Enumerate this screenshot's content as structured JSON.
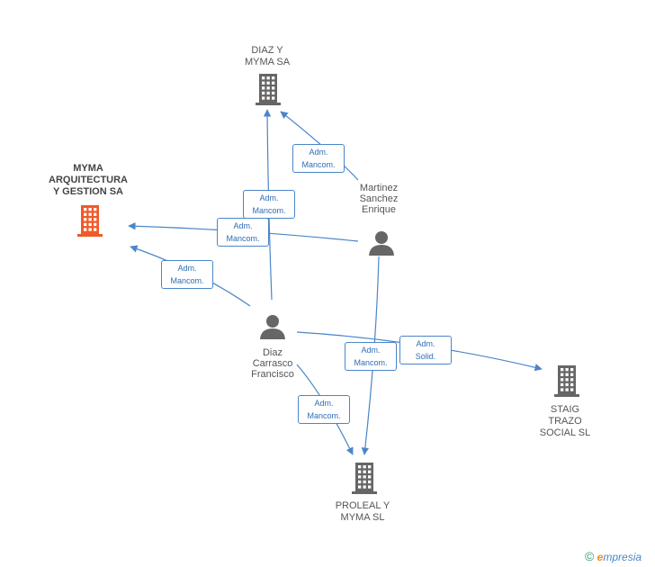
{
  "nodes": {
    "myma": {
      "label": "MYMA\nARQUITECTURA\nY GESTION SA",
      "type": "company",
      "color": "#f05a28"
    },
    "diaz_myma": {
      "label": "DIAZ Y\nMYMA SA",
      "type": "company",
      "color": "#666666"
    },
    "martinez": {
      "label": "Martinez\nSanchez\nEnrique",
      "type": "person",
      "color": "#666666"
    },
    "diaz_carrasco": {
      "label": "Diaz\nCarrasco\nFrancisco",
      "type": "person",
      "color": "#666666"
    },
    "staig": {
      "label": "STAIG\nTRAZO\nSOCIAL SL",
      "type": "company",
      "color": "#666666"
    },
    "proleal": {
      "label": "PROLEAL Y\nMYMA SL",
      "type": "company",
      "color": "#666666"
    }
  },
  "edges": [
    {
      "from": "martinez",
      "to": "diaz_myma",
      "label1": "Adm.",
      "label2": "Mancom."
    },
    {
      "from": "diaz_carrasco",
      "to": "diaz_myma",
      "label1": "Adm.",
      "label2": "Mancom."
    },
    {
      "from": "martinez",
      "to": "myma",
      "label1": "Adm.",
      "label2": "Mancom."
    },
    {
      "from": "diaz_carrasco",
      "to": "myma",
      "label1": "Adm.",
      "label2": "Mancom."
    },
    {
      "from": "martinez",
      "to": "proleal",
      "label1": "Adm.",
      "label2": "Mancom."
    },
    {
      "from": "diaz_carrasco",
      "to": "staig",
      "label1": "Adm.",
      "label2": "Solid."
    },
    {
      "from": "diaz_carrasco",
      "to": "proleal",
      "label1": "Adm.",
      "label2": "Mancom."
    }
  ],
  "colors": {
    "edge": "#4a86c8",
    "focus": "#f05a28",
    "node": "#666666"
  },
  "brand": {
    "copyright": "©",
    "first": "e",
    "rest": "mpresia"
  }
}
